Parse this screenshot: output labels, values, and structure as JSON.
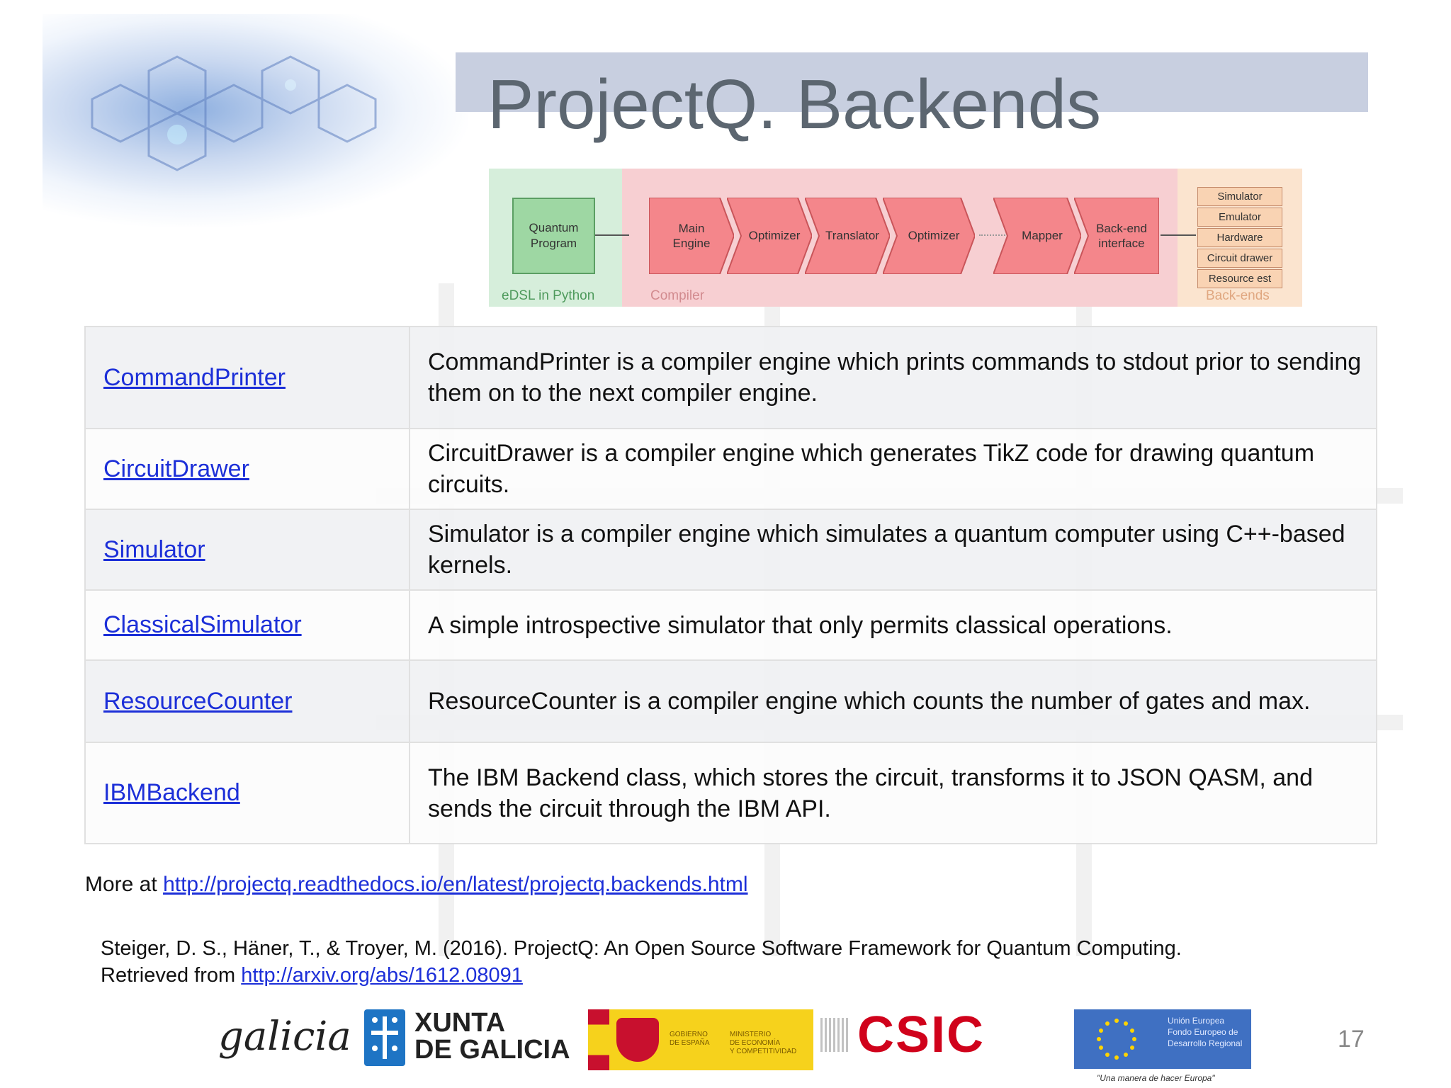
{
  "slide": {
    "title": "ProjectQ. Backends",
    "page_number": "17"
  },
  "diagram": {
    "quantum_program": "Quantum\nProgram",
    "stages": [
      "Main\nEngine",
      "Optimizer",
      "Translator",
      "Optimizer",
      "Mapper",
      "Back-end\ninterface"
    ],
    "backends": [
      "Simulator",
      "Emulator",
      "Hardware",
      "Circuit drawer",
      "Resource est"
    ],
    "zones": {
      "edsl": "eDSL in Python",
      "compiler": "Compiler",
      "backends": "Back-ends"
    }
  },
  "table": {
    "rows": [
      {
        "name": "CommandPrinter",
        "desc": "CommandPrinter is a compiler engine which prints commands to stdout prior to sending them on to the next compiler engine."
      },
      {
        "name": "CircuitDrawer",
        "desc": "CircuitDrawer is a compiler engine which generates TikZ code for drawing quantum circuits."
      },
      {
        "name": "Simulator",
        "desc": "Simulator is a compiler engine which simulates a quantum computer using C++-based kernels."
      },
      {
        "name": "ClassicalSimulator",
        "desc": "A simple introspective simulator that only permits classical operations."
      },
      {
        "name": "ResourceCounter",
        "desc": "ResourceCounter is a compiler engine which counts the number of gates and max."
      },
      {
        "name": "IBMBackend",
        "desc": "The IBM Backend class, which stores the circuit, transforms it to JSON QASM, and sends the circuit through the IBM API."
      }
    ]
  },
  "more": {
    "prefix": "More at",
    "url": "http://projectq.readthedocs.io/en/latest/projectq.backends.html"
  },
  "reference": {
    "line1": "Steiger, D. S., Häner, T., & Troyer, M. (2016). ProjectQ: An Open Source Software Framework for Quantum Computing.",
    "prefix2": "Retrieved from",
    "url": "http://arxiv.org/abs/1612.08091"
  },
  "logos": {
    "galicia": "galicia",
    "xunta": "XUNTA\nDE GALICIA",
    "gobierno": "GOBIERNO\nDE ESPAÑA",
    "ministerio": "MINISTERIO\nDE ECONOMÍA\nY COMPETITIVIDAD",
    "csic": "CSIC",
    "eu": "Unión Europea\nFondo Europeo de\nDesarrollo Regional",
    "eu_motto": "\"Una manera de hacer Europa\""
  },
  "colors": {
    "title_bar": "#c8cfe0",
    "link": "#1c2fd8",
    "csic_red": "#d0021b"
  }
}
